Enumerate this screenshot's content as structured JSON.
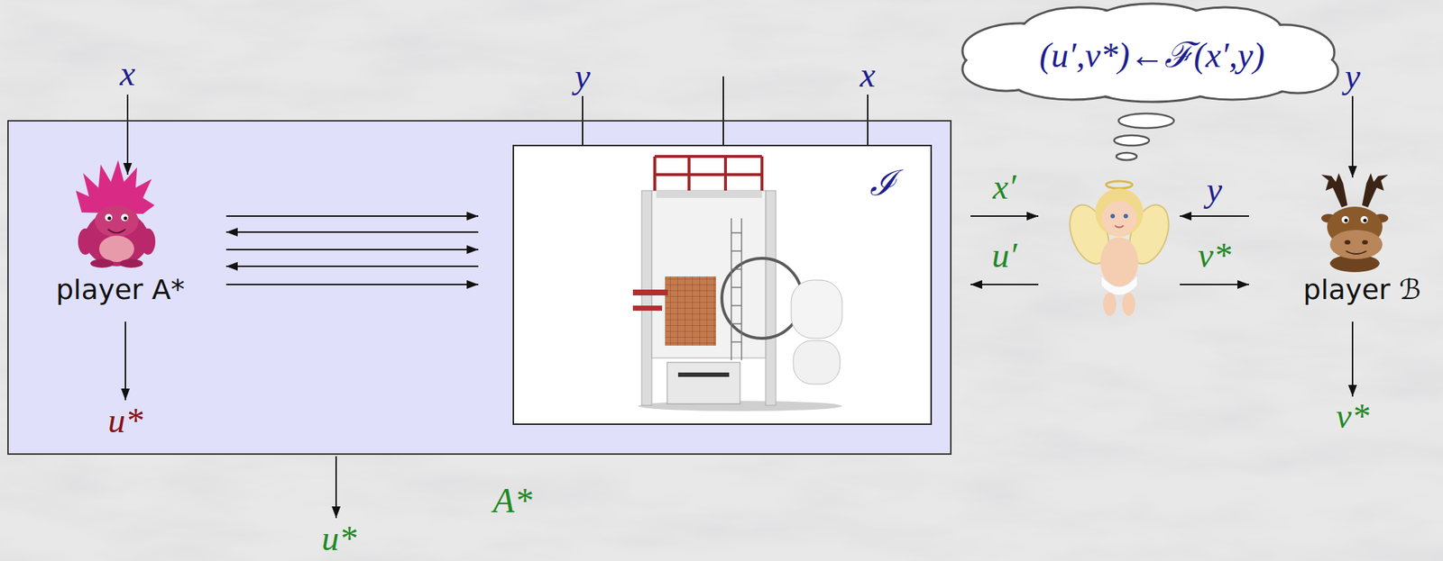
{
  "diagram": {
    "nodes": [
      {
        "text": [
          "A*"
        ]
      },
      {
        "text": [
          "player A*"
        ],
        "in": 0
      },
      {
        "text": [
          "ℐ"
        ],
        "in": 0
      },
      {
        "text": [
          "(u′,v*)←ℱ(x′,y)"
        ]
      },
      {
        "text": [
          "player ℬ"
        ]
      }
    ],
    "edges": [
      {
        "from": 1,
        "to": 2,
        "arrow": "to"
      },
      {
        "from": 2,
        "to": 1,
        "arrow": "to"
      },
      {
        "from": 1,
        "to": 2,
        "arrow": "to"
      },
      {
        "from": 2,
        "to": 1,
        "arrow": "to"
      },
      {
        "from": 1,
        "to": 2,
        "arrow": "to"
      },
      {
        "from": 0,
        "to": 3,
        "arrow": "to",
        "label": "x′"
      },
      {
        "from": 3,
        "to": 0,
        "arrow": "to",
        "label": "u′"
      },
      {
        "from": 4,
        "to": 3,
        "arrow": "to",
        "label": "y"
      },
      {
        "from": 3,
        "to": 4,
        "arrow": "to",
        "label": "v*"
      }
    ],
    "labels": [
      "x",
      "y",
      "x",
      "y",
      "u*",
      "v*",
      "u*"
    ]
  }
}
